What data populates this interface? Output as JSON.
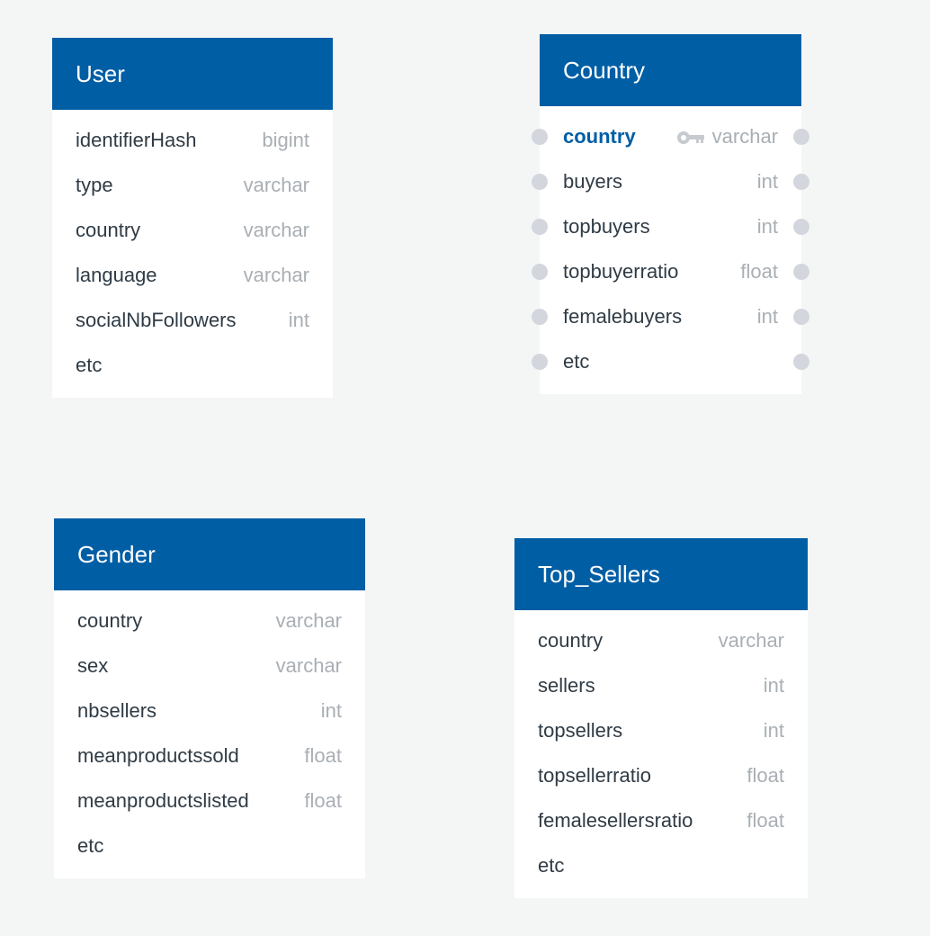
{
  "tables": {
    "user": {
      "title": "User",
      "rows": [
        {
          "name": "identifierHash",
          "type": "bigint"
        },
        {
          "name": "type",
          "type": "varchar"
        },
        {
          "name": "country",
          "type": "varchar"
        },
        {
          "name": "language",
          "type": "varchar"
        },
        {
          "name": "socialNbFollowers",
          "type": "int"
        },
        {
          "name": "etc",
          "type": ""
        }
      ]
    },
    "country": {
      "title": "Country",
      "rows": [
        {
          "name": "country",
          "type": "varchar"
        },
        {
          "name": "buyers",
          "type": "int"
        },
        {
          "name": "topbuyers",
          "type": "int"
        },
        {
          "name": "topbuyerratio",
          "type": "float"
        },
        {
          "name": "femalebuyers",
          "type": "int"
        },
        {
          "name": "etc",
          "type": ""
        }
      ]
    },
    "gender": {
      "title": "Gender",
      "rows": [
        {
          "name": "country",
          "type": "varchar"
        },
        {
          "name": "sex",
          "type": "varchar"
        },
        {
          "name": "nbsellers",
          "type": "int"
        },
        {
          "name": "meanproductssold",
          "type": "float"
        },
        {
          "name": "meanproductslisted",
          "type": "float"
        },
        {
          "name": "etc",
          "type": ""
        }
      ]
    },
    "top_sellers": {
      "title": "Top_Sellers",
      "rows": [
        {
          "name": "country",
          "type": "varchar"
        },
        {
          "name": "sellers",
          "type": "int"
        },
        {
          "name": "topsellers",
          "type": "int"
        },
        {
          "name": "topsellerratio",
          "type": "float"
        },
        {
          "name": "femalesellersratio",
          "type": "float"
        },
        {
          "name": "etc",
          "type": ""
        }
      ]
    }
  },
  "colors": {
    "header": "#005ea5",
    "primary_key_text": "#005ea5",
    "field_text": "#2f3b45",
    "type_text": "#a9afb4",
    "connector_dot": "#d4d6de",
    "background": "#f4f6f6"
  },
  "icons": {
    "primary_key": "key-icon"
  }
}
